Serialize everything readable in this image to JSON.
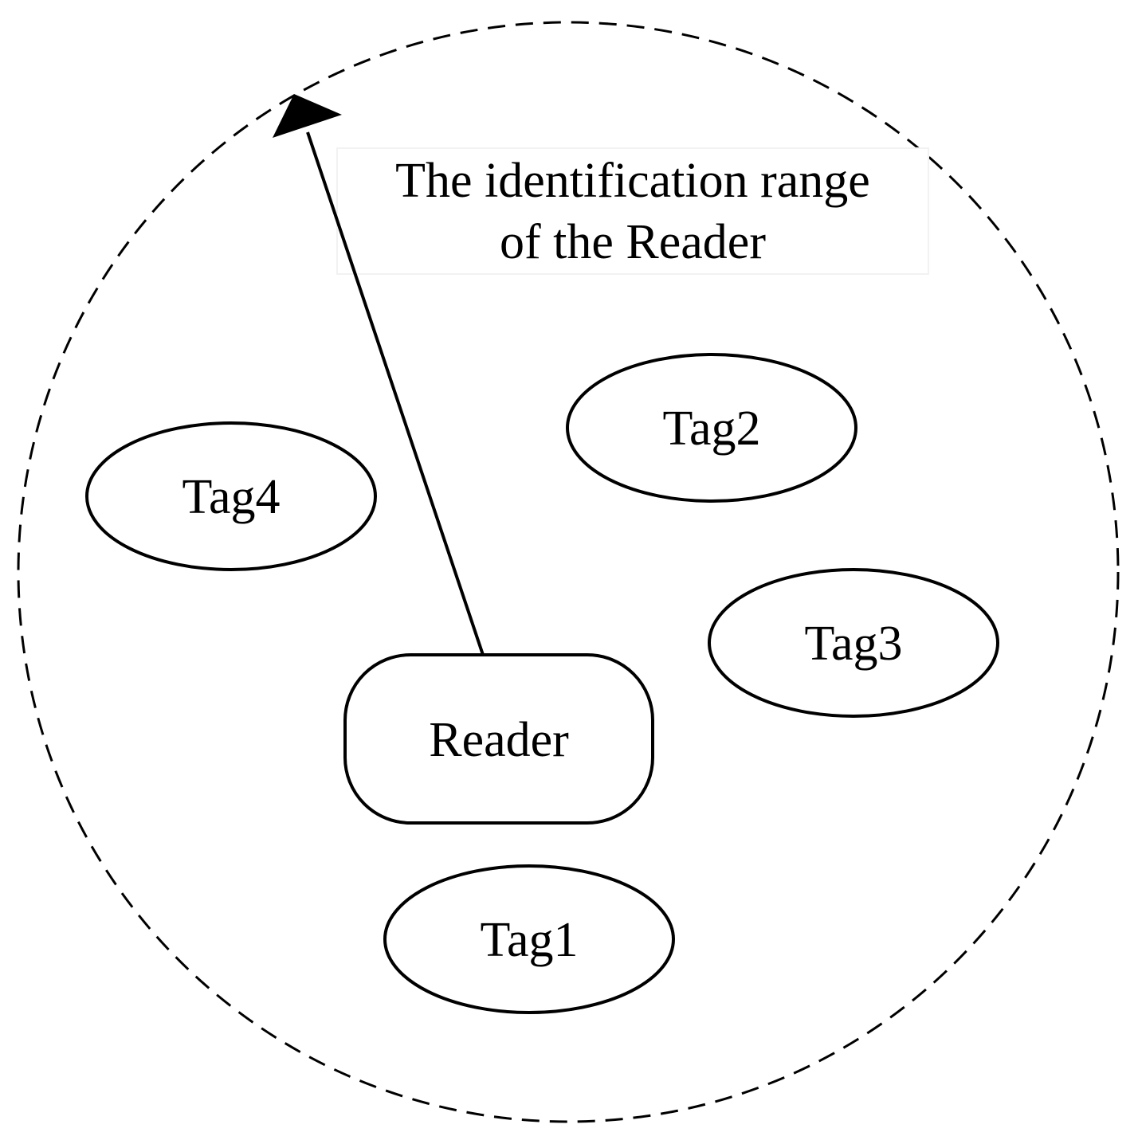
{
  "diagram": {
    "caption": {
      "line1": "The identification range",
      "line2": "of the Reader"
    },
    "reader": {
      "label": "Reader"
    },
    "tags": [
      {
        "label": "Tag1"
      },
      {
        "label": "Tag2"
      },
      {
        "label": "Tag3"
      },
      {
        "label": "Tag4"
      }
    ]
  }
}
